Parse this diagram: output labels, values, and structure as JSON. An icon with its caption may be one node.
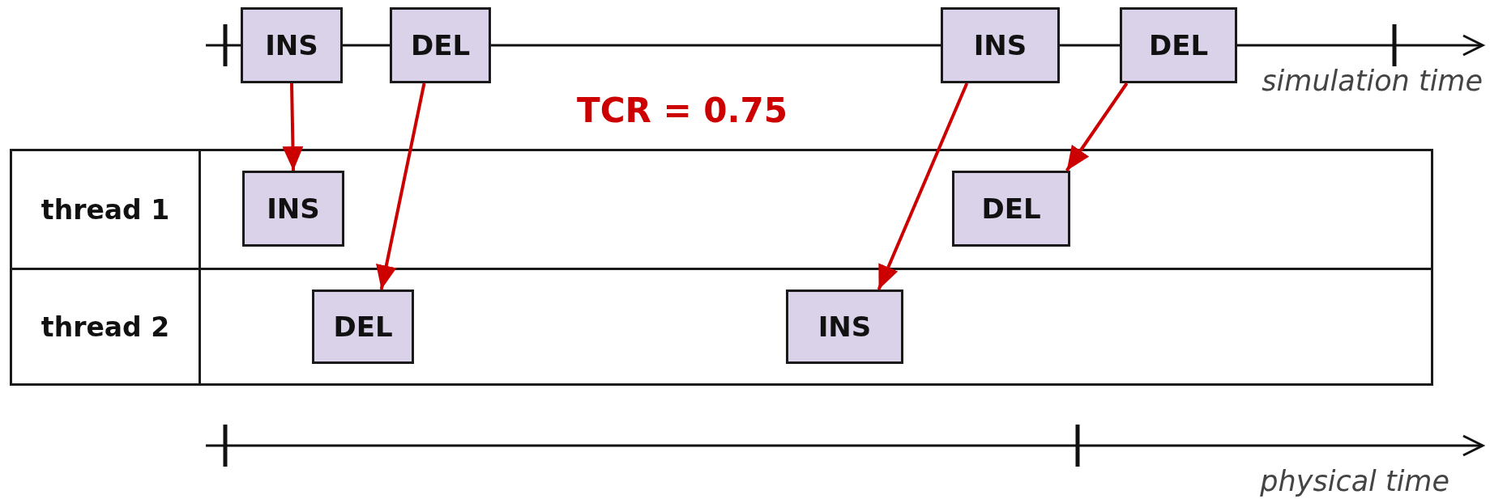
{
  "diagram": {
    "nodes": [
      {
        "text": [
          "INS"
        ]
      },
      {
        "text": [
          "DEL"
        ]
      },
      {
        "text": [
          "INS"
        ]
      },
      {
        "text": [
          "DEL"
        ]
      },
      {
        "text": [
          "thread 1"
        ]
      },
      {
        "text": [
          "INS"
        ],
        "in": 4
      },
      {
        "text": [
          "DEL"
        ],
        "in": 4
      },
      {
        "text": [
          "thread 2"
        ]
      },
      {
        "text": [
          "DEL"
        ],
        "in": 7
      },
      {
        "text": [
          "INS"
        ],
        "in": 7
      }
    ],
    "edges": [
      {
        "from": 0,
        "to": 5,
        "arrow": "to"
      },
      {
        "from": 1,
        "to": 8,
        "arrow": "to"
      },
      {
        "from": 2,
        "to": 9,
        "arrow": "to"
      },
      {
        "from": 3,
        "to": 6,
        "arrow": "to"
      }
    ],
    "labels": [
      "simulation time",
      "TCR = 0.75",
      "physical time"
    ]
  }
}
